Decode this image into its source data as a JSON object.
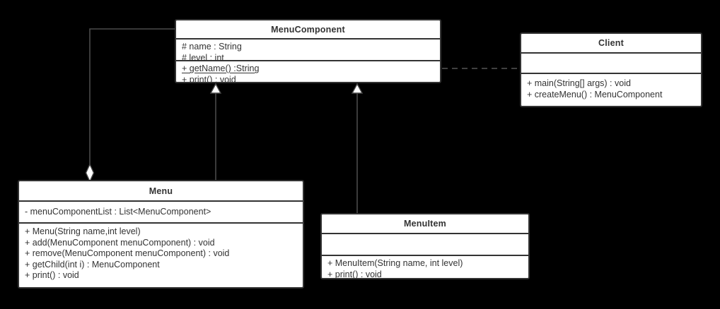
{
  "diagram": {
    "kind": "uml-class-diagram",
    "pattern": "Composite (Menu) with Client",
    "colors": {
      "background": "#000000",
      "box_fill": "#ffffff",
      "box_border": "#333333",
      "text": "#333333",
      "edge": "#4a4a4a",
      "arrow_fill": "#ffffff"
    },
    "classes": {
      "menucomponent": {
        "name": "MenuComponent",
        "attributes": [
          {
            "text": "# name : String",
            "underline": false
          },
          {
            "text": "# level : int",
            "underline": true
          }
        ],
        "methods": [
          {
            "text": "+ getName() :String",
            "underline": true
          },
          {
            "text": "+ print() : void",
            "underline": true
          }
        ]
      },
      "client": {
        "name": "Client",
        "attributes": [],
        "methods": [
          {
            "text": "+ main(String[] args) : void",
            "underline": false
          },
          {
            "text": "+ createMenu() : MenuComponent",
            "underline": false
          }
        ]
      },
      "menu": {
        "name": "Menu",
        "attributes": [
          {
            "text": "- menuComponentList : List<MenuComponent>",
            "underline": false
          }
        ],
        "methods": [
          {
            "text": "+ Menu(String name,int level)",
            "underline": false
          },
          {
            "text": "+ add(MenuComponent menuComponent) : void",
            "underline": false
          },
          {
            "text": "+ remove(MenuComponent menuComponent) : void",
            "underline": false
          },
          {
            "text": "+ getChild(int i) : MenuComponent",
            "underline": false
          },
          {
            "text": "+ print() : void",
            "underline": false
          }
        ]
      },
      "menuitem": {
        "name": "MenuItem",
        "attributes": [],
        "methods": [
          {
            "text": "+ MenuItem(String name, int level)",
            "underline": false
          },
          {
            "text": "+ print() : void",
            "underline": false
          }
        ]
      }
    },
    "relationships": [
      {
        "type": "aggregation",
        "from": "Menu",
        "to": "MenuComponent",
        "diamond_at": "Menu"
      },
      {
        "type": "generalization",
        "from": "Menu",
        "to": "MenuComponent"
      },
      {
        "type": "generalization",
        "from": "MenuItem",
        "to": "MenuComponent"
      },
      {
        "type": "dependency",
        "style": "dashed",
        "from": "Client",
        "to": "MenuComponent"
      }
    ]
  }
}
